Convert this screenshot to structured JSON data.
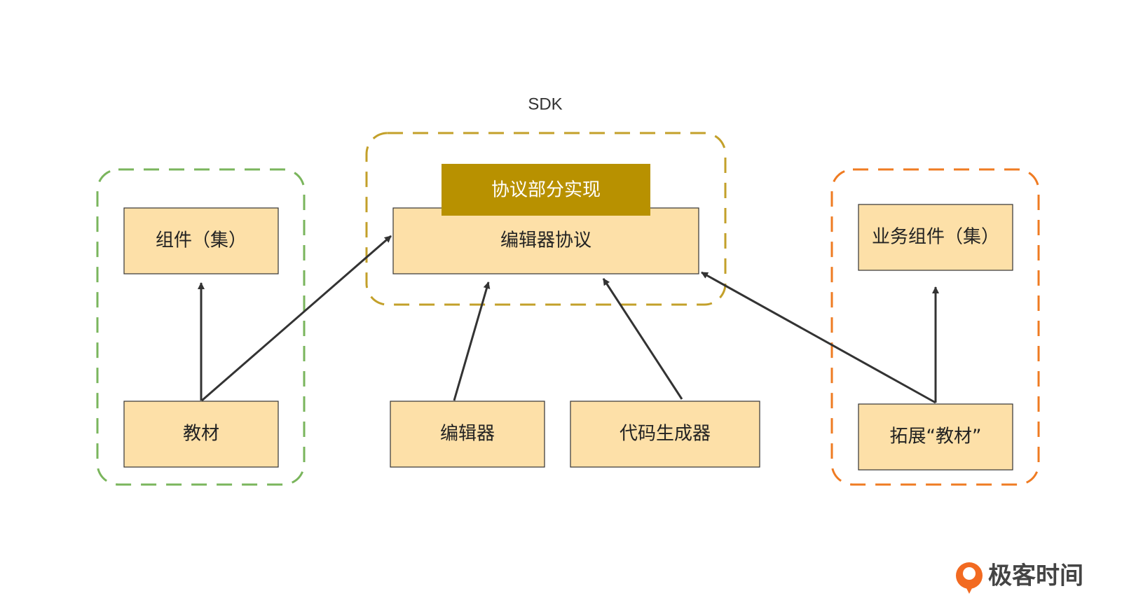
{
  "colors": {
    "box_fill": "#fde0a8",
    "box_stroke": "#333333",
    "banner_fill": "#b89100",
    "group_left": "#7ab55c",
    "group_sdk": "#c3a02a",
    "group_right": "#ef7b22",
    "arrow": "#333333",
    "logo_accent": "#f26a21"
  },
  "sdk": {
    "label": "SDK"
  },
  "banner": {
    "label": "协议部分实现"
  },
  "boxes": {
    "components": "组件（集）",
    "material": "教材",
    "protocol": "编辑器协议",
    "editor": "编辑器",
    "codegen": "代码生成器",
    "biz_components": "业务组件（集）",
    "ext_material": "拓展“教材”"
  },
  "logo": {
    "text": "极客时间",
    "icon": "geektime-logo-icon"
  }
}
